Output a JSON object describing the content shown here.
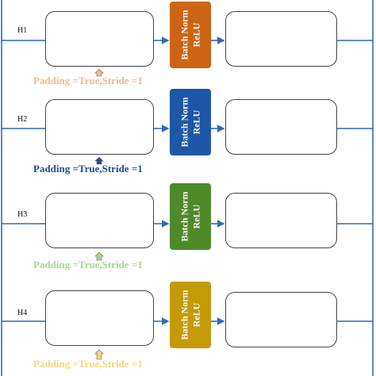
{
  "rows": [
    {
      "id": "H1",
      "label": "H1",
      "bn_line1": "Batch Norm",
      "bn_line2": "ReLU",
      "padding_label": "Padding =True,Stride =1",
      "input_color": "#f8c8a2",
      "bn_color": "#cc6414",
      "output_color": "#cc6414",
      "pad_color": "#f5b98c"
    },
    {
      "id": "H2",
      "label": "H2",
      "bn_line1": "Batch Norm",
      "bn_line2": "ReLU",
      "padding_label": "Padding =True,Stride =1",
      "input_color": "#4a7cc8",
      "bn_color": "#1e56a8",
      "output_color": "#1e3966",
      "pad_color": "#1e4e96"
    },
    {
      "id": "H3",
      "label": "H3",
      "bn_line1": "Batch Norm",
      "bn_line2": "ReLU",
      "padding_label": "Padding =True,Stride =1",
      "input_color": "#b6dc9e",
      "bn_color": "#4e8a2a",
      "output_color": "#3c6624",
      "pad_color": "#a8d890"
    },
    {
      "id": "H4",
      "label": "H4",
      "bn_line1": "Batch Norm",
      "bn_line2": "ReLU",
      "padding_label": "Padding =True,Stride =1",
      "input_color": "#fcd478",
      "bn_color": "#c49a0a",
      "output_color": "#c49a0a",
      "pad_color": "#fcd27a"
    }
  ],
  "connector_color": "#2e6ab8"
}
